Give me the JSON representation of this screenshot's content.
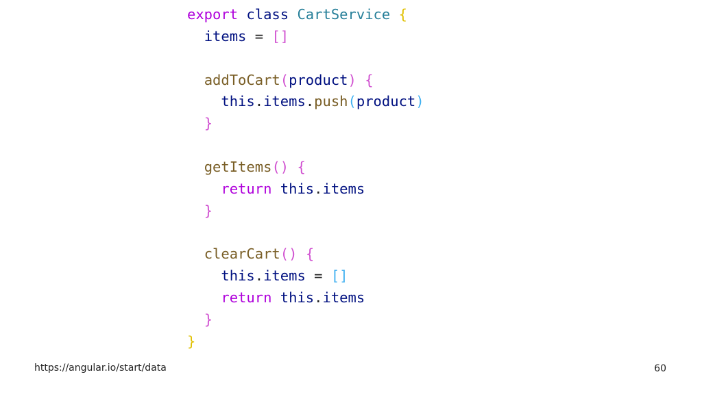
{
  "colors": {
    "keyword": "#af00db",
    "class_name": "#267f99",
    "identifier": "#001080",
    "func": "#795e26",
    "brace_level1": "#e0c000",
    "brace_level2": "#d050d0",
    "brace_level3": "#40b0f0",
    "operator": "#222222",
    "punct": "#222222"
  },
  "code_lines": [
    [
      {
        "t": "export",
        "c": "keyword"
      },
      {
        "t": " ",
        "c": "punct"
      },
      {
        "t": "class",
        "c": "identifier"
      },
      {
        "t": " ",
        "c": "punct"
      },
      {
        "t": "CartService",
        "c": "class_name"
      },
      {
        "t": " ",
        "c": "punct"
      },
      {
        "t": "{",
        "c": "brace_level1"
      }
    ],
    [
      {
        "t": "  ",
        "c": "punct"
      },
      {
        "t": "items",
        "c": "identifier"
      },
      {
        "t": " = ",
        "c": "operator"
      },
      {
        "t": "[]",
        "c": "brace_level2"
      }
    ],
    [],
    [
      {
        "t": "  ",
        "c": "punct"
      },
      {
        "t": "addToCart",
        "c": "func"
      },
      {
        "t": "(",
        "c": "brace_level2"
      },
      {
        "t": "product",
        "c": "identifier"
      },
      {
        "t": ")",
        "c": "brace_level2"
      },
      {
        "t": " ",
        "c": "punct"
      },
      {
        "t": "{",
        "c": "brace_level2"
      }
    ],
    [
      {
        "t": "    ",
        "c": "punct"
      },
      {
        "t": "this",
        "c": "identifier"
      },
      {
        "t": ".",
        "c": "punct"
      },
      {
        "t": "items",
        "c": "identifier"
      },
      {
        "t": ".",
        "c": "punct"
      },
      {
        "t": "push",
        "c": "func"
      },
      {
        "t": "(",
        "c": "brace_level3"
      },
      {
        "t": "product",
        "c": "identifier"
      },
      {
        "t": ")",
        "c": "brace_level3"
      }
    ],
    [
      {
        "t": "  ",
        "c": "punct"
      },
      {
        "t": "}",
        "c": "brace_level2"
      }
    ],
    [],
    [
      {
        "t": "  ",
        "c": "punct"
      },
      {
        "t": "getItems",
        "c": "func"
      },
      {
        "t": "()",
        "c": "brace_level2"
      },
      {
        "t": " ",
        "c": "punct"
      },
      {
        "t": "{",
        "c": "brace_level2"
      }
    ],
    [
      {
        "t": "    ",
        "c": "punct"
      },
      {
        "t": "return",
        "c": "keyword"
      },
      {
        "t": " ",
        "c": "punct"
      },
      {
        "t": "this",
        "c": "identifier"
      },
      {
        "t": ".",
        "c": "punct"
      },
      {
        "t": "items",
        "c": "identifier"
      }
    ],
    [
      {
        "t": "  ",
        "c": "punct"
      },
      {
        "t": "}",
        "c": "brace_level2"
      }
    ],
    [],
    [
      {
        "t": "  ",
        "c": "punct"
      },
      {
        "t": "clearCart",
        "c": "func"
      },
      {
        "t": "()",
        "c": "brace_level2"
      },
      {
        "t": " ",
        "c": "punct"
      },
      {
        "t": "{",
        "c": "brace_level2"
      }
    ],
    [
      {
        "t": "    ",
        "c": "punct"
      },
      {
        "t": "this",
        "c": "identifier"
      },
      {
        "t": ".",
        "c": "punct"
      },
      {
        "t": "items",
        "c": "identifier"
      },
      {
        "t": " = ",
        "c": "operator"
      },
      {
        "t": "[]",
        "c": "brace_level3"
      }
    ],
    [
      {
        "t": "    ",
        "c": "punct"
      },
      {
        "t": "return",
        "c": "keyword"
      },
      {
        "t": " ",
        "c": "punct"
      },
      {
        "t": "this",
        "c": "identifier"
      },
      {
        "t": ".",
        "c": "punct"
      },
      {
        "t": "items",
        "c": "identifier"
      }
    ],
    [
      {
        "t": "  ",
        "c": "punct"
      },
      {
        "t": "}",
        "c": "brace_level2"
      }
    ],
    [
      {
        "t": "}",
        "c": "brace_level1"
      }
    ]
  ],
  "footer": {
    "link": "https://angular.io/start/data",
    "page_number": "60"
  }
}
